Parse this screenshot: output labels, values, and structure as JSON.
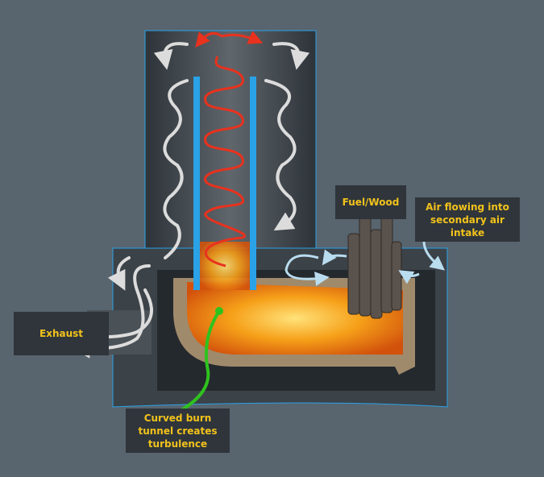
{
  "labels": {
    "fuel": "Fuel/Wood",
    "air": "Air flowing into secondary air intake",
    "exhaust": "Exhaust",
    "tunnel": "Curved burn tunnel creates turbulence"
  },
  "colors": {
    "background": "#58646e",
    "label_bg": "#2f353b",
    "label_text": "#f2c21b",
    "riser_wall": "#2aa2e8",
    "hot_flow": "#e8321e",
    "exhaust_flow": "#dcdcdc",
    "air_flow": "#b9dcef",
    "pointer": "#2fc21e",
    "tunnel": "#a08a6c"
  },
  "icons": [
    "hot-air-spiral-arrow",
    "exhaust-flow-arrow",
    "air-intake-arrow",
    "pointer-line"
  ]
}
